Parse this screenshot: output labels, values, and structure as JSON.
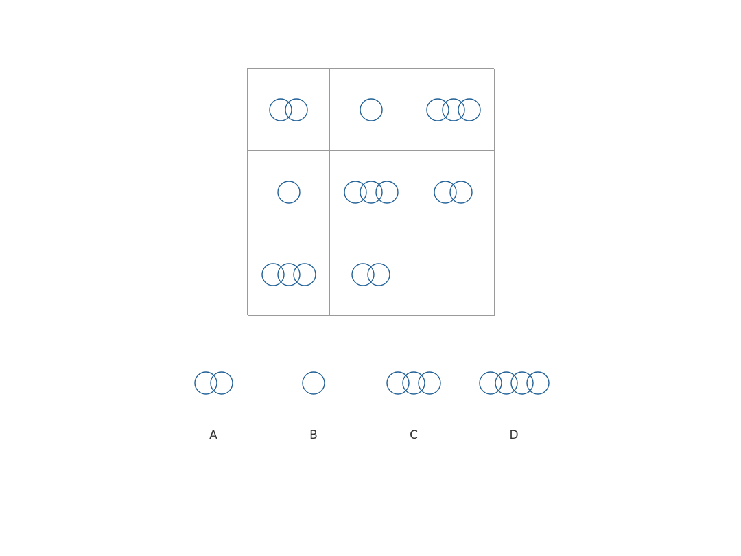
{
  "ring_color": "#1f5f96",
  "grid": [
    {
      "rings": 2
    },
    {
      "rings": 1
    },
    {
      "rings": 3
    },
    {
      "rings": 1
    },
    {
      "rings": 3
    },
    {
      "rings": 2
    },
    {
      "rings": 3
    },
    {
      "rings": 2
    },
    {
      "rings": 0
    }
  ],
  "options": [
    {
      "label": "A",
      "rings": 2
    },
    {
      "label": "B",
      "rings": 1
    },
    {
      "label": "C",
      "rings": 3
    },
    {
      "label": "D",
      "rings": 4
    }
  ]
}
